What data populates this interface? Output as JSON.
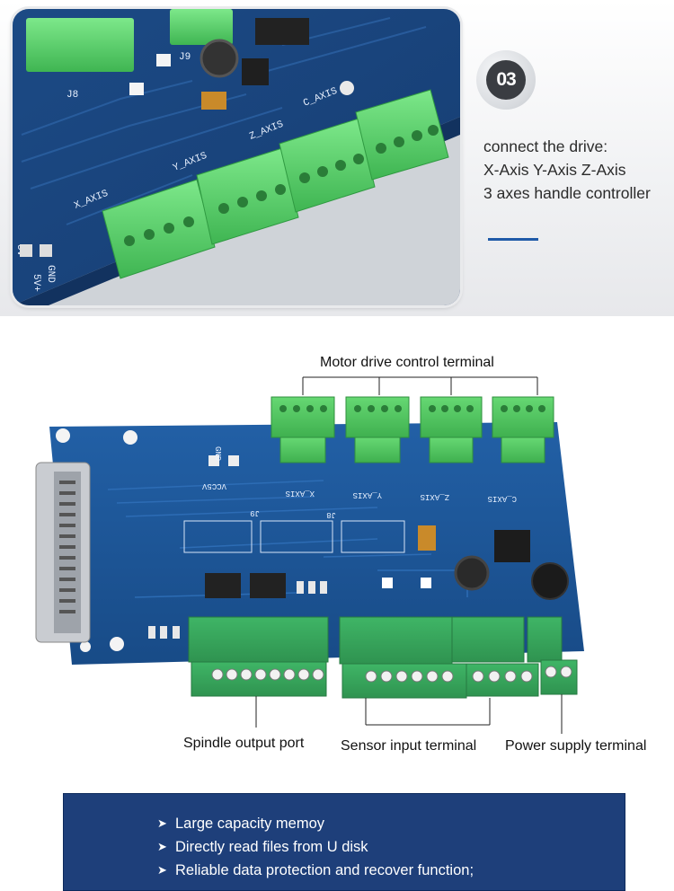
{
  "step": {
    "number": "03",
    "lines": [
      "connect the drive:",
      "X-Axis Y-Axis Z-Axis",
      "3 axes handle controller"
    ]
  },
  "photo_labels": {
    "x_axis": "X_AXIS",
    "y_axis": "Y_AXIS",
    "z_axis": "Z_AXIS",
    "c_axis": "C_AXIS",
    "j8": "J8",
    "j9": "J9",
    "five_v": "5V",
    "gnd": "GND",
    "vcc": "5V+"
  },
  "board_labels": {
    "x_axis": "X_AXIS",
    "y_axis": "Y_AXIS",
    "z_axis": "Z_AXIS",
    "c_axis": "C_AXIS",
    "j8": "J8",
    "j9": "J9",
    "gnd": "GND",
    "vcc": "VCC5V"
  },
  "callouts": {
    "motor": "Motor drive control terminal",
    "spindle": "Spindle output port",
    "sensor": "Sensor input terminal",
    "power": "Power supply terminal"
  },
  "features": [
    "Large capacity memoy",
    "Directly read files from U disk",
    "Reliable data protection and recover function;"
  ],
  "colors": {
    "pcb_blue": "#1a4f8e",
    "terminal_green": "#56d06a",
    "feature_bg": "#1e3f7a",
    "accent_rule": "#1f5aa8"
  }
}
